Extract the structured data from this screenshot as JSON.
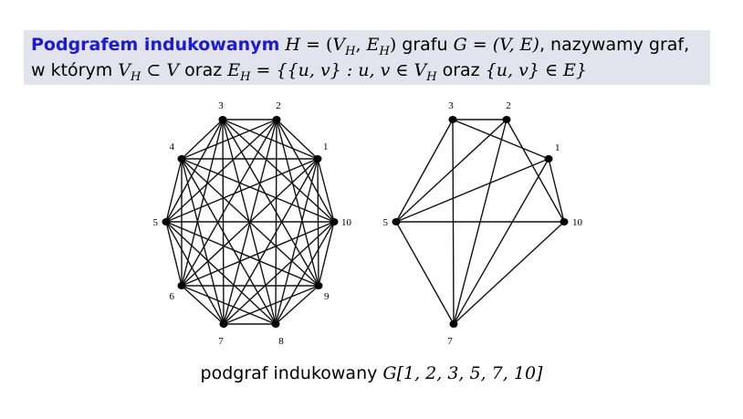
{
  "definition": {
    "term": "Podgrafem indukowanym",
    "line1_mid": "grafu",
    "line1_end": ", nazywamy graf,",
    "line2_start": "w którym",
    "and_word": "oraz",
    "and_word2": "oraz",
    "sym_H": "H",
    "sym_eq": " = ",
    "sym_VH_pair": "(V",
    "sub_H": "H",
    "sym_comma_E": ", E",
    "sub_H2": "H",
    "sym_close": ")",
    "sym_G": "G",
    "sym_eq2": " = ",
    "sym_VE": "(V, E)",
    "sym_V": "V",
    "sub_H3": "H",
    "sym_subset": " ⊂ ",
    "sym_V2": "V",
    "sym_E": "E",
    "sub_H4": "H",
    "sym_eq3": " = ",
    "sym_set_open": "{{u, v} : u, v ∈ V",
    "sub_H5": "H",
    "sym_set_pair": "{u, v} ∈ E}"
  },
  "complete_graph": {
    "vertices": [
      {
        "id": "1",
        "label": "1"
      },
      {
        "id": "2",
        "label": "2"
      },
      {
        "id": "3",
        "label": "3"
      },
      {
        "id": "4",
        "label": "4"
      },
      {
        "id": "5",
        "label": "5"
      },
      {
        "id": "6",
        "label": "6"
      },
      {
        "id": "7",
        "label": "7"
      },
      {
        "id": "8",
        "label": "8"
      },
      {
        "id": "9",
        "label": "9"
      },
      {
        "id": "10",
        "label": "10"
      }
    ],
    "complete": true
  },
  "induced_graph": {
    "vertices": [
      {
        "id": "1",
        "label": "1"
      },
      {
        "id": "2",
        "label": "2"
      },
      {
        "id": "3",
        "label": "3"
      },
      {
        "id": "5",
        "label": "5"
      },
      {
        "id": "7",
        "label": "7"
      },
      {
        "id": "10",
        "label": "10"
      }
    ],
    "edges": [
      [
        "3",
        "2"
      ],
      [
        "3",
        "1"
      ],
      [
        "3",
        "5"
      ],
      [
        "3",
        "7"
      ],
      [
        "2",
        "5"
      ],
      [
        "2",
        "7"
      ],
      [
        "2",
        "10"
      ],
      [
        "1",
        "5"
      ],
      [
        "1",
        "7"
      ],
      [
        "1",
        "10"
      ],
      [
        "5",
        "10"
      ],
      [
        "5",
        "7"
      ],
      [
        "7",
        "10"
      ]
    ]
  },
  "caption": {
    "text": "podgraf indukowany",
    "math": "G[1, 2, 3, 5, 7, 10]"
  }
}
